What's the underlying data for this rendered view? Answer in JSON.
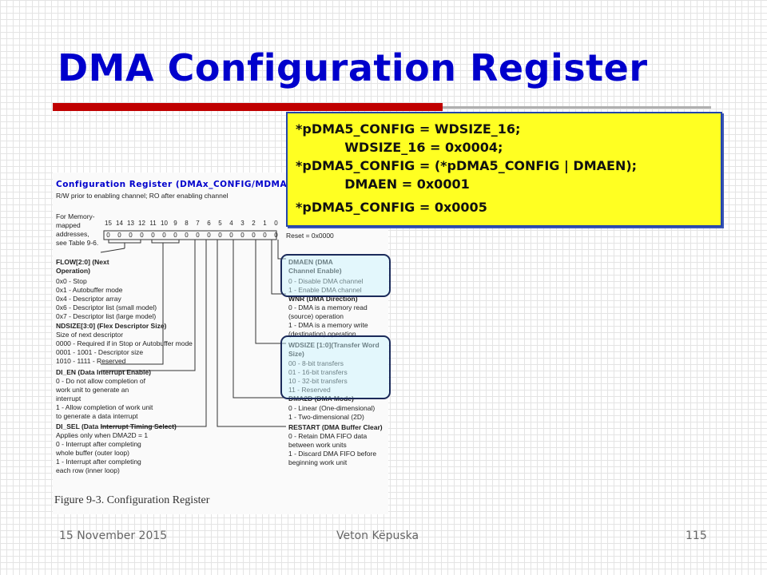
{
  "slide": {
    "title": "DMA Configuration Register",
    "footer_date": "15 November 2015",
    "footer_author": "Veton Këpuska",
    "footer_page": "115"
  },
  "code": [
    "*pDMA5_CONFIG = WDSIZE_16;",
    "           WDSIZE_16 = 0x0004;",
    "*pDMA5_CONFIG = (*pDMA5_CONFIG | DMAEN);",
    "           DMAEN = 0x0001",
    "*pDMA5_CONFIG = 0x0005"
  ],
  "figure": {
    "header": "Configuration Register (DMAx_CONFIG/MDMA_yy_CONFIG)",
    "subheader": "R/W prior to enabling channel; RO after enabling channel",
    "memory_note": [
      "For Memory-",
      "mapped",
      "addresses,",
      "see Table 9-6."
    ],
    "bit_numbers": [
      "15",
      "14",
      "13",
      "12",
      "11",
      "10",
      "9",
      "8",
      "7",
      "6",
      "5",
      "4",
      "3",
      "2",
      "1",
      "0"
    ],
    "bit_values": [
      "0",
      "0",
      "0",
      "0",
      "0",
      "0",
      "0",
      "0",
      "0",
      "0",
      "0",
      "0",
      "0",
      "0",
      "0",
      "0"
    ],
    "reset": "Reset = 0x0000",
    "left_fields": [
      "FLOW[2:0] (Next",
      "Operation)",
      "0x0 - Stop",
      "0x1 - Autobuffer mode",
      "0x4 - Descriptor array",
      "0x6 - Descriptor list (small model)",
      "0x7 - Descriptor list (large model)",
      "NDSIZE[3:0] (Flex Descriptor Size)",
      "Size of next descriptor",
      "0000 - Required if in Stop or Autobuffer mode",
      "0001 - 1001 - Descriptor size",
      "1010 - 1111 - Reserved",
      "DI_EN (Data Interrupt Enable)",
      "0 - Do not allow completion of",
      "     work unit to generate an",
      "     interrupt",
      "1 - Allow completion of work unit",
      "     to generate a data interrupt",
      "DI_SEL (Data Interrupt Timing Select)",
      "Applies only when DMA2D = 1",
      "0 - Interrupt after completing",
      "     whole buffer (outer loop)",
      "1 - Interrupt after completing",
      "     each row (inner loop)"
    ],
    "right_fields": [
      "DMAEN (DMA",
      "Channel Enable)",
      "0 - Disable DMA channel",
      "1 - Enable DMA channel",
      "WNR (DMA Direction)",
      "0 - DMA is a memory read",
      "     (source) operation",
      "1 - DMA is a memory write",
      "     (destination) operation",
      "WDSIZE [1:0](Transfer Word",
      "Size)",
      "00 - 8-bit transfers",
      "01 - 16-bit transfers",
      "10 - 32-bit transfers",
      "11 - Reserved",
      "DMA2D (DMA Mode)",
      " 0 - Linear (One-dimensional)",
      " 1 - Two-dimensional (2D)",
      "RESTART (DMA Buffer Clear)",
      "0 - Retain DMA FIFO data",
      "     between work units",
      "1 - Discard DMA FIFO before",
      "     beginning work unit"
    ],
    "caption": "Figure 9-3. Configuration Register"
  },
  "colors": {
    "title": "#0000cc",
    "rule_red": "#c00000",
    "code_bg": "#ffff22",
    "highlight_border": "#1b2a5a"
  }
}
